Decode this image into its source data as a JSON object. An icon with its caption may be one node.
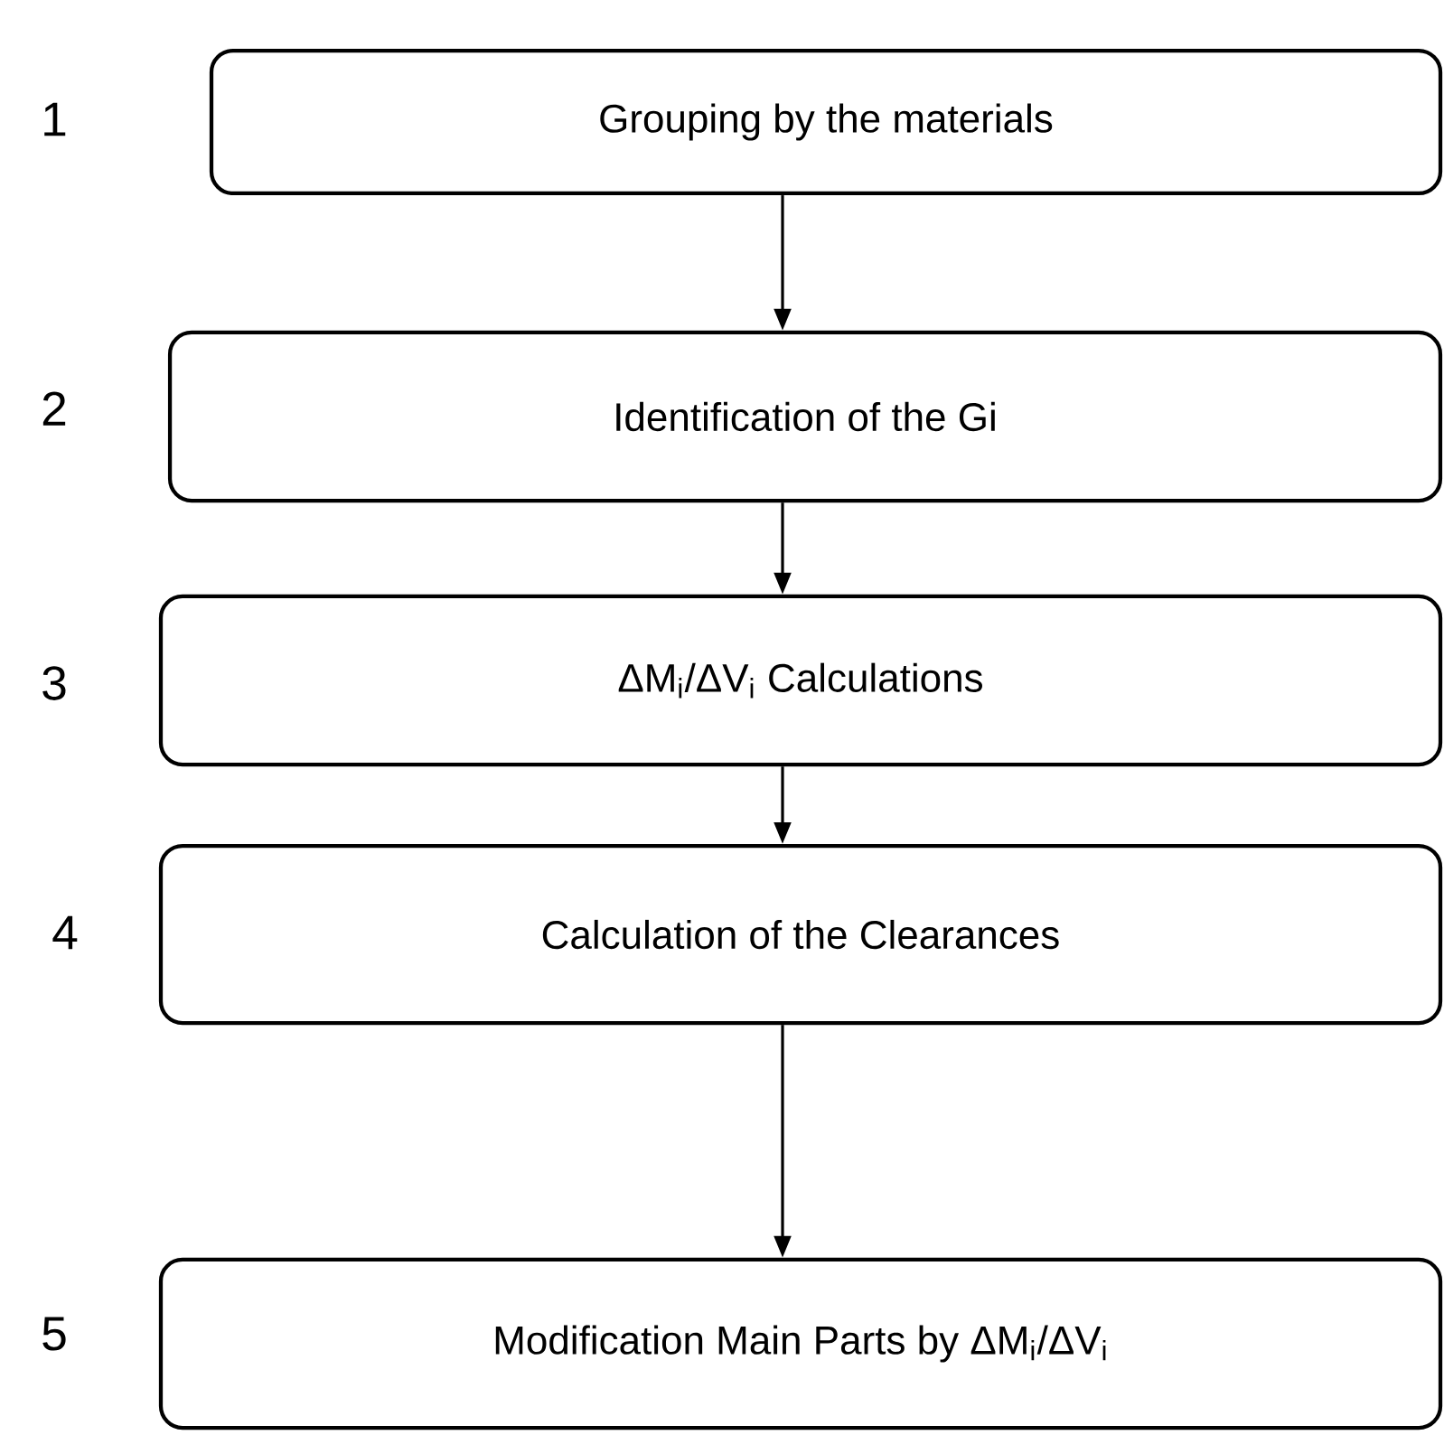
{
  "diagram": {
    "nodes": [
      {
        "text": [
          "Grouping by the materials"
        ],
        "beside": [
          "1"
        ]
      },
      {
        "text": [
          "Identification of the Gi"
        ],
        "beside": [
          "2"
        ]
      },
      {
        "text": [
          "ΔM$_{i}$/ΔV$_{i}$ Calculations"
        ],
        "beside": [
          "3"
        ]
      },
      {
        "text": [
          "Calculation of the Clearances"
        ],
        "beside": [
          "4"
        ]
      },
      {
        "text": [
          "Modification Main Parts by ΔM$_{i}$/ΔV$_{i}$"
        ],
        "beside": [
          "5"
        ]
      }
    ],
    "edges": [
      {
        "from": 0,
        "to": 1,
        "arrow": "to"
      },
      {
        "from": 1,
        "to": 2,
        "arrow": "to"
      },
      {
        "from": 2,
        "to": 3,
        "arrow": "to"
      },
      {
        "from": 3,
        "to": 4,
        "arrow": "to"
      }
    ]
  }
}
